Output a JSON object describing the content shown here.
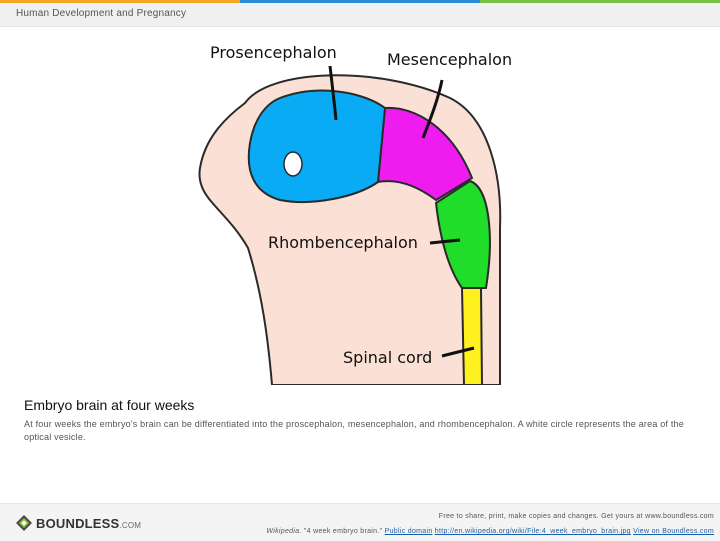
{
  "header": {
    "title": "Human Development and Pregnancy",
    "accent_colors": [
      "#f6a623",
      "#2d8bd6",
      "#7ac143"
    ]
  },
  "figure": {
    "labels": {
      "prosencephalon": "Prosencephalon",
      "mesencephalon": "Mesencephalon",
      "rhombencephalon": "Rhombencephalon",
      "spinal_cord": "Spinal cord"
    },
    "colors": {
      "body": "#fbe0d6",
      "prosencephalon": "#0aabf5",
      "mesencephalon": "#ee1cee",
      "rhombencephalon": "#20dd2a",
      "spinal_cord": "#fff01f",
      "optic_vesicle": "#ffffff"
    }
  },
  "caption": {
    "title": "Embryo brain at four weeks",
    "text": "At four weeks the embryo's brain can be differentiated into the proscephalon, mesencephalon, and rhombencephalon. A white circle represents the area of the optical vesicle."
  },
  "footer": {
    "logo_text": "BOUNDLESS",
    "logo_suffix": ".COM",
    "share_text": "Free to share, print, make copies and changes. Get yours at www.boundless.com",
    "source_name": "Wikipedia",
    "source_title": ". \"4 week embryo brain.\"",
    "license": "Public domain",
    "url": "http://en.wikipedia.org/wiki/File:4_week_embryo_brain.jpg",
    "view_link": "View on Boundless.com"
  }
}
